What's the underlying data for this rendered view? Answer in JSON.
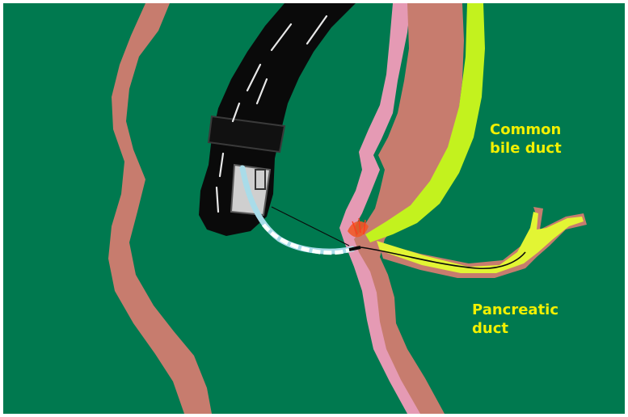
{
  "labels": {
    "common_bile_duct": {
      "line1": "Common",
      "line2": "bile duct"
    },
    "pancreatic_duct": {
      "line1": "Pancreatic",
      "line2": "duct"
    }
  },
  "colors": {
    "background": "#00794f",
    "duodenal_wall": "#c77c6e",
    "mucosa_pink": "#e59ab4",
    "bile_duct": "#c3f21e",
    "pancreatic_duct": "#e2f534",
    "endoscope": "#0a0a0a",
    "catheter": "#a9dce9",
    "papilla_glow": "#f05a28",
    "label_text": "#f2f000"
  }
}
